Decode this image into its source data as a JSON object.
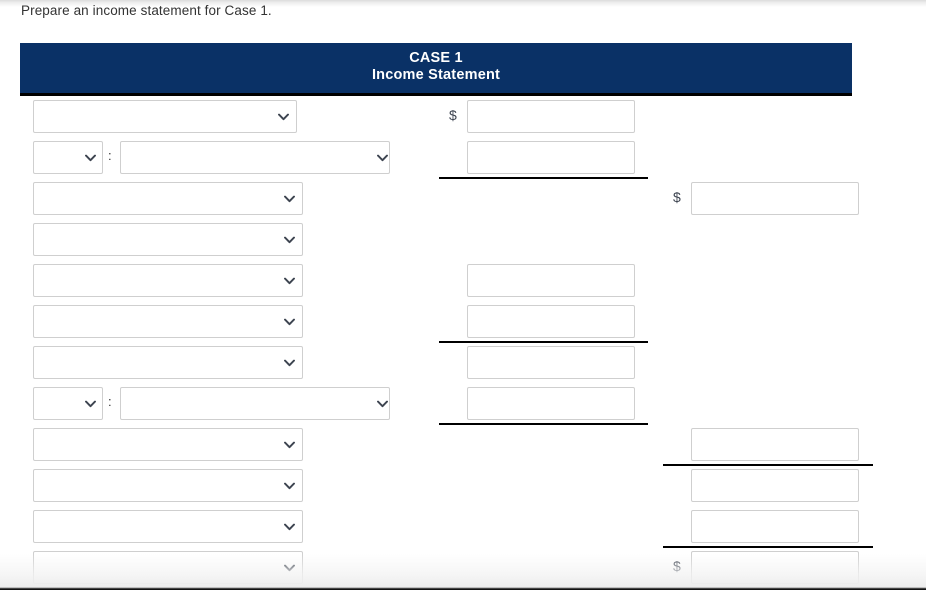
{
  "instruction": "Prepare an income statement for Case 1.",
  "statement": {
    "title_line1": "CASE 1",
    "title_line2": "Income Statement",
    "header_bg": "#0a3166",
    "header_text_color": "#ffffff"
  },
  "symbols": {
    "dollar": "$",
    "colon": ":",
    "chevron": "chevron-down-icon"
  },
  "rows": [
    {
      "id": "row-1",
      "left": {
        "kind": "select",
        "value": "",
        "placeholder": ""
      },
      "middle": {
        "input": true,
        "value": "",
        "dollar": true,
        "rule": "none"
      },
      "right": {
        "input": false,
        "value": "",
        "dollar": false,
        "rule": "none"
      }
    },
    {
      "id": "row-2",
      "left": {
        "kind": "pair",
        "value": "",
        "value2": "",
        "placeholder": "",
        "placeholder2": ""
      },
      "middle": {
        "input": true,
        "value": "",
        "dollar": false,
        "rule": "single"
      },
      "right": {
        "input": false,
        "value": "",
        "dollar": false,
        "rule": "none"
      }
    },
    {
      "id": "row-3",
      "left": {
        "kind": "select",
        "value": "",
        "placeholder": ""
      },
      "middle": {
        "input": false,
        "value": "",
        "dollar": false,
        "rule": "none"
      },
      "right": {
        "input": true,
        "value": "",
        "dollar": true,
        "rule": "none"
      }
    },
    {
      "id": "row-4",
      "left": {
        "kind": "select",
        "value": "",
        "placeholder": ""
      },
      "middle": {
        "input": false,
        "value": "",
        "dollar": false,
        "rule": "none"
      },
      "right": {
        "input": false,
        "value": "",
        "dollar": false,
        "rule": "none"
      }
    },
    {
      "id": "row-5",
      "left": {
        "kind": "select",
        "value": "",
        "placeholder": ""
      },
      "middle": {
        "input": true,
        "value": "",
        "dollar": false,
        "rule": "none"
      },
      "right": {
        "input": false,
        "value": "",
        "dollar": false,
        "rule": "none"
      }
    },
    {
      "id": "row-6",
      "left": {
        "kind": "select",
        "value": "",
        "placeholder": ""
      },
      "middle": {
        "input": true,
        "value": "",
        "dollar": false,
        "rule": "single"
      },
      "right": {
        "input": false,
        "value": "",
        "dollar": false,
        "rule": "none"
      }
    },
    {
      "id": "row-7",
      "left": {
        "kind": "select",
        "value": "",
        "placeholder": ""
      },
      "middle": {
        "input": true,
        "value": "",
        "dollar": false,
        "rule": "none"
      },
      "right": {
        "input": false,
        "value": "",
        "dollar": false,
        "rule": "none"
      }
    },
    {
      "id": "row-8",
      "left": {
        "kind": "pair",
        "value": "",
        "value2": "",
        "placeholder": "",
        "placeholder2": ""
      },
      "middle": {
        "input": true,
        "value": "",
        "dollar": false,
        "rule": "single"
      },
      "right": {
        "input": false,
        "value": "",
        "dollar": false,
        "rule": "none"
      }
    },
    {
      "id": "row-9",
      "left": {
        "kind": "select",
        "value": "",
        "placeholder": ""
      },
      "middle": {
        "input": false,
        "value": "",
        "dollar": false,
        "rule": "none"
      },
      "right": {
        "input": true,
        "value": "",
        "dollar": false,
        "rule": "single"
      }
    },
    {
      "id": "row-10",
      "left": {
        "kind": "select",
        "value": "",
        "placeholder": ""
      },
      "middle": {
        "input": false,
        "value": "",
        "dollar": false,
        "rule": "none"
      },
      "right": {
        "input": true,
        "value": "",
        "dollar": false,
        "rule": "none"
      }
    },
    {
      "id": "row-11",
      "left": {
        "kind": "select",
        "value": "",
        "placeholder": ""
      },
      "middle": {
        "input": false,
        "value": "",
        "dollar": false,
        "rule": "none"
      },
      "right": {
        "input": true,
        "value": "",
        "dollar": false,
        "rule": "single"
      }
    },
    {
      "id": "row-12",
      "left": {
        "kind": "select",
        "value": "",
        "placeholder": ""
      },
      "middle": {
        "input": false,
        "value": "",
        "dollar": false,
        "rule": "none"
      },
      "right": {
        "input": true,
        "value": "",
        "dollar": true,
        "rule": "double"
      }
    }
  ]
}
